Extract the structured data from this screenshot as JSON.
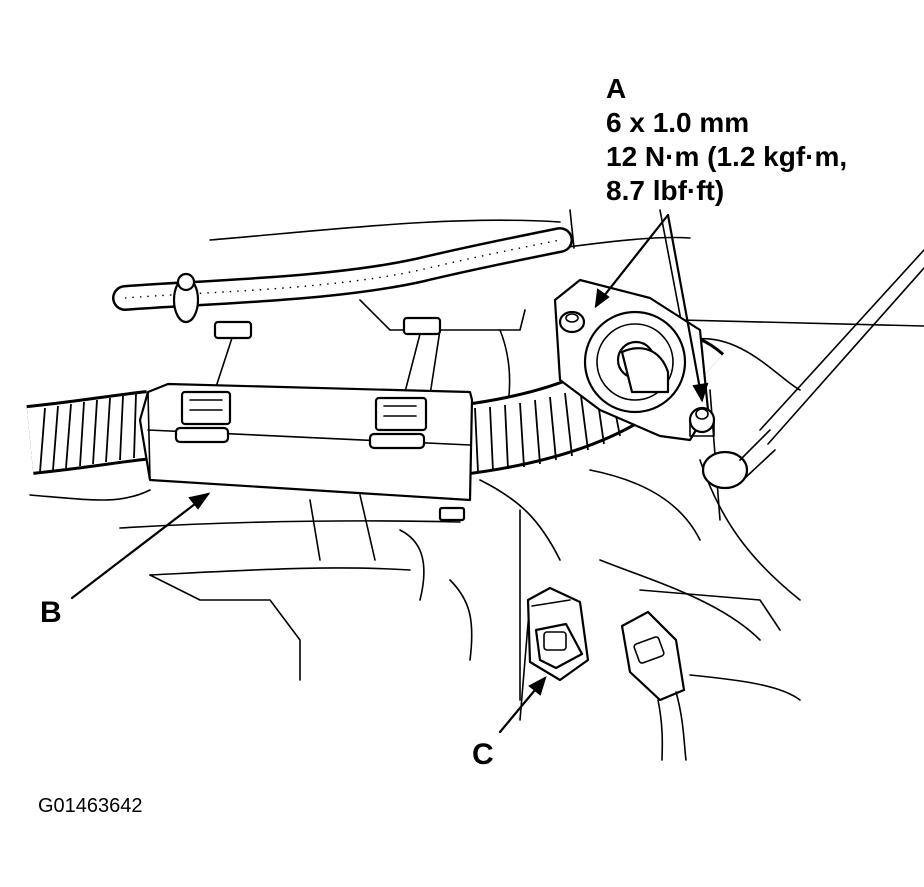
{
  "labels": {
    "A": "A",
    "B": "B",
    "C": "C"
  },
  "spec": {
    "line1": "6 x 1.0 mm",
    "line2": "12 N·m (1.2 kgf·m,",
    "line3": "8.7 lbf·ft)"
  },
  "figure_id": "G01463642"
}
